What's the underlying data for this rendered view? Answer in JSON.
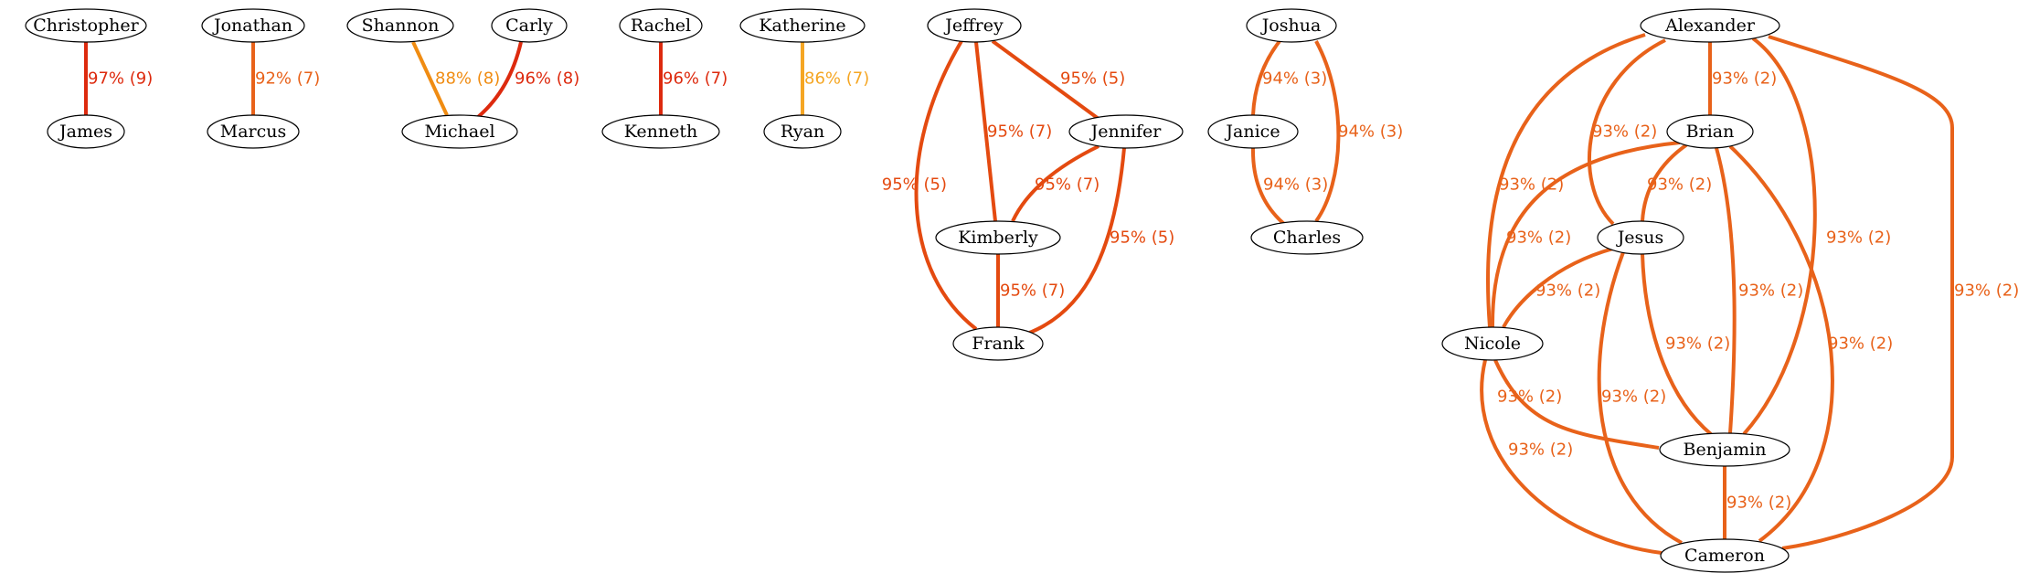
{
  "colors": {
    "red": "#dd2a0e",
    "orange_red": "#e44a10",
    "orange": "#e8621a",
    "amber": "#f08c12",
    "yellow": "#f5a623"
  },
  "nodes": [
    {
      "id": "christopher",
      "label": "Christopher"
    },
    {
      "id": "james",
      "label": "James"
    },
    {
      "id": "jonathan",
      "label": "Jonathan"
    },
    {
      "id": "marcus",
      "label": "Marcus"
    },
    {
      "id": "shannon",
      "label": "Shannon"
    },
    {
      "id": "carly",
      "label": "Carly"
    },
    {
      "id": "michael",
      "label": "Michael"
    },
    {
      "id": "rachel",
      "label": "Rachel"
    },
    {
      "id": "kenneth",
      "label": "Kenneth"
    },
    {
      "id": "katherine",
      "label": "Katherine"
    },
    {
      "id": "ryan",
      "label": "Ryan"
    },
    {
      "id": "jeffrey",
      "label": "Jeffrey"
    },
    {
      "id": "jennifer",
      "label": "Jennifer"
    },
    {
      "id": "kimberly",
      "label": "Kimberly"
    },
    {
      "id": "frank",
      "label": "Frank"
    },
    {
      "id": "joshua",
      "label": "Joshua"
    },
    {
      "id": "janice",
      "label": "Janice"
    },
    {
      "id": "charles",
      "label": "Charles"
    },
    {
      "id": "alexander",
      "label": "Alexander"
    },
    {
      "id": "brian",
      "label": "Brian"
    },
    {
      "id": "jesus",
      "label": "Jesus"
    },
    {
      "id": "nicole",
      "label": "Nicole"
    },
    {
      "id": "benjamin",
      "label": "Benjamin"
    },
    {
      "id": "cameron",
      "label": "Cameron"
    }
  ],
  "edges": [
    {
      "id": "christopher-james",
      "source": "christopher",
      "target": "james",
      "label": "97% (9)",
      "color": "red"
    },
    {
      "id": "jonathan-marcus",
      "source": "jonathan",
      "target": "marcus",
      "label": "92% (7)",
      "color": "orange"
    },
    {
      "id": "shannon-michael",
      "source": "shannon",
      "target": "michael",
      "label": "88% (8)",
      "color": "amber"
    },
    {
      "id": "carly-michael",
      "source": "carly",
      "target": "michael",
      "label": "96% (8)",
      "color": "red"
    },
    {
      "id": "rachel-kenneth",
      "source": "rachel",
      "target": "kenneth",
      "label": "96% (7)",
      "color": "red"
    },
    {
      "id": "katherine-ryan",
      "source": "katherine",
      "target": "ryan",
      "label": "86% (7)",
      "color": "yellow"
    },
    {
      "id": "jeffrey-jennifer",
      "source": "jeffrey",
      "target": "jennifer",
      "label": "95% (5)",
      "color": "orange_red"
    },
    {
      "id": "jeffrey-kimberly",
      "source": "jeffrey",
      "target": "kimberly",
      "label": "95% (7)",
      "color": "orange_red"
    },
    {
      "id": "jeffrey-frank",
      "source": "jeffrey",
      "target": "frank",
      "label": "95% (5)",
      "color": "orange_red"
    },
    {
      "id": "jennifer-kimberly",
      "source": "jennifer",
      "target": "kimberly",
      "label": "95% (7)",
      "color": "orange_red"
    },
    {
      "id": "jennifer-frank",
      "source": "jennifer",
      "target": "frank",
      "label": "95% (5)",
      "color": "orange_red"
    },
    {
      "id": "kimberly-frank",
      "source": "kimberly",
      "target": "frank",
      "label": "95% (7)",
      "color": "orange_red"
    },
    {
      "id": "joshua-janice",
      "source": "joshua",
      "target": "janice",
      "label": "94% (3)",
      "color": "orange"
    },
    {
      "id": "joshua-charles",
      "source": "joshua",
      "target": "charles",
      "label": "94% (3)",
      "color": "orange"
    },
    {
      "id": "janice-charles",
      "source": "janice",
      "target": "charles",
      "label": "94% (3)",
      "color": "orange"
    },
    {
      "id": "alexander-brian",
      "source": "alexander",
      "target": "brian",
      "label": "93% (2)",
      "color": "orange"
    },
    {
      "id": "alexander-jesus",
      "source": "alexander",
      "target": "jesus",
      "label": "93% (2)",
      "color": "orange"
    },
    {
      "id": "alexander-nicole",
      "source": "alexander",
      "target": "nicole",
      "label": "93% (2)",
      "color": "orange"
    },
    {
      "id": "alexander-benjamin",
      "source": "alexander",
      "target": "benjamin",
      "label": "93% (2)",
      "color": "orange"
    },
    {
      "id": "alexander-cameron",
      "source": "alexander",
      "target": "cameron",
      "label": "93% (2)",
      "color": "orange"
    },
    {
      "id": "brian-jesus",
      "source": "brian",
      "target": "jesus",
      "label": "93% (2)",
      "color": "orange"
    },
    {
      "id": "brian-nicole",
      "source": "brian",
      "target": "nicole",
      "label": "93% (2)",
      "color": "orange"
    },
    {
      "id": "brian-benjamin",
      "source": "brian",
      "target": "benjamin",
      "label": "93% (2)",
      "color": "orange"
    },
    {
      "id": "brian-cameron",
      "source": "brian",
      "target": "cameron",
      "label": "93% (2)",
      "color": "orange"
    },
    {
      "id": "jesus-nicole",
      "source": "jesus",
      "target": "nicole",
      "label": "93% (2)",
      "color": "orange"
    },
    {
      "id": "jesus-benjamin",
      "source": "jesus",
      "target": "benjamin",
      "label": "93% (2)",
      "color": "orange"
    },
    {
      "id": "jesus-cameron",
      "source": "jesus",
      "target": "cameron",
      "label": "93% (2)",
      "color": "orange"
    },
    {
      "id": "nicole-benjamin",
      "source": "nicole",
      "target": "benjamin",
      "label": "93% (2)",
      "color": "orange"
    },
    {
      "id": "nicole-cameron",
      "source": "nicole",
      "target": "cameron",
      "label": "93% (2)",
      "color": "orange"
    },
    {
      "id": "benjamin-cameron",
      "source": "benjamin",
      "target": "cameron",
      "label": "93% (2)",
      "color": "orange"
    }
  ]
}
